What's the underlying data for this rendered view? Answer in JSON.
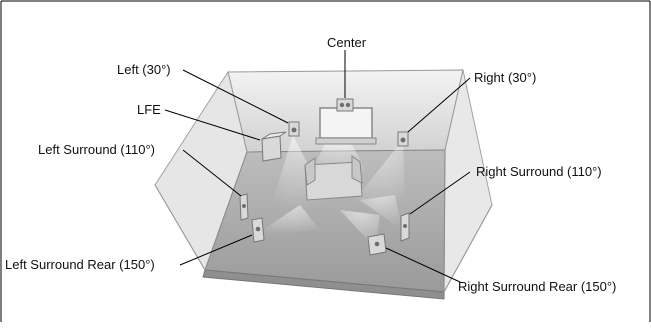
{
  "diagram": {
    "labels": {
      "center": "Center",
      "left": "Left (30°)",
      "right": "Right (30°)",
      "lfe": "LFE",
      "left_surround": "Left Surround (110°)",
      "right_surround": "Right Surround (110°)",
      "left_surround_rear": "Left Surround Rear (150°)",
      "right_surround_rear": "Right Surround Rear (150°)"
    },
    "colors": {
      "floor": "#a8a8a8",
      "wall": "#dcdcdc",
      "wall_edge": "#8a8a8a",
      "speaker": "#d9d9d9",
      "speaker_driver": "#6e6e6e",
      "beam": "#f2f2f2",
      "leader": "#000000",
      "border": "#000000"
    }
  }
}
